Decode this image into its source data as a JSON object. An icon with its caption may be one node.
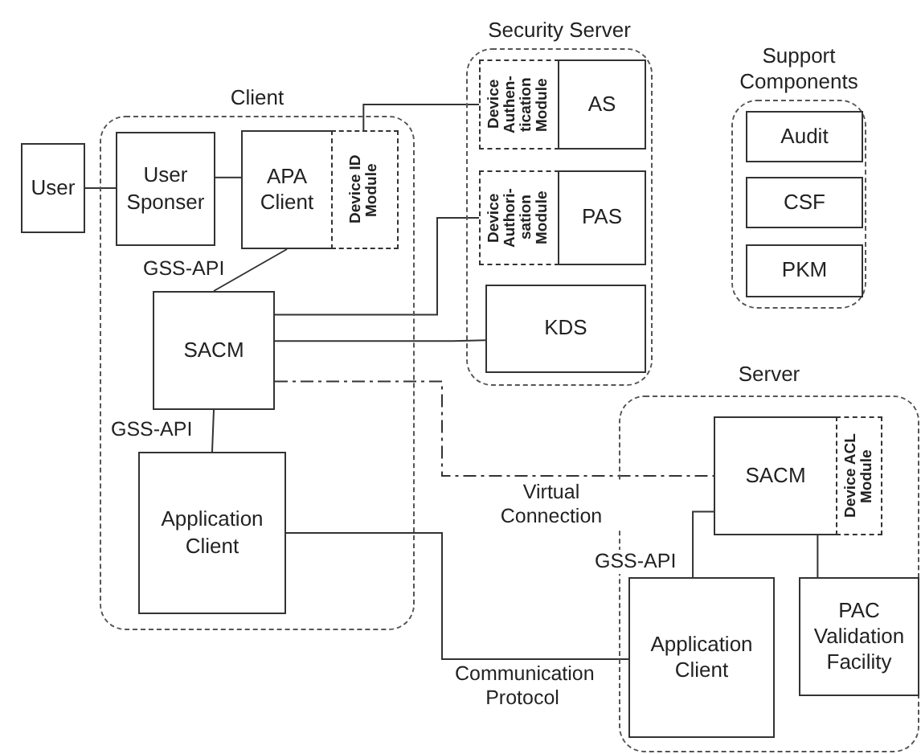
{
  "diagram": {
    "nodes": [
      {
        "text": [
          "Client"
        ]
      },
      {
        "text": [
          "User"
        ]
      },
      {
        "text": [
          "User Sponser"
        ],
        "in": 0
      },
      {
        "text": [
          "APA Client"
        ],
        "in": 0
      },
      {
        "text": [
          "Device ID Module"
        ],
        "in": 0
      },
      {
        "text": [
          "SACM"
        ],
        "in": 0
      },
      {
        "text": [
          "Application Client"
        ],
        "in": 0
      },
      {
        "text": [
          "Security Server"
        ]
      },
      {
        "text": [
          "Device Authen- tication Module"
        ],
        "in": 7
      },
      {
        "text": [
          "AS"
        ],
        "in": 7
      },
      {
        "text": [
          "Device Authori- sation Module"
        ],
        "in": 7
      },
      {
        "text": [
          "PAS"
        ],
        "in": 7
      },
      {
        "text": [
          "KDS"
        ],
        "in": 7
      },
      {
        "text": [
          "Support Components"
        ]
      },
      {
        "text": [
          "Audit"
        ],
        "in": 13
      },
      {
        "text": [
          "CSF"
        ],
        "in": 13
      },
      {
        "text": [
          "PKM"
        ],
        "in": 13
      },
      {
        "text": [
          "Server"
        ]
      },
      {
        "text": [
          "SACM"
        ],
        "in": 17
      },
      {
        "text": [
          "Device ACL Module"
        ],
        "in": 17
      },
      {
        "text": [
          "Application Client"
        ],
        "in": 17
      },
      {
        "text": [
          "PAC Validation Facility"
        ],
        "in": 17
      }
    ],
    "edges": [
      {
        "from": 1,
        "to": 2,
        "arrow": "none"
      },
      {
        "from": 2,
        "to": 3,
        "arrow": "none"
      },
      {
        "from": 3,
        "to": 5,
        "arrow": "none",
        "label": "GSS-API"
      },
      {
        "from": 5,
        "to": 6,
        "arrow": "none",
        "label": "GSS-API"
      },
      {
        "from": 4,
        "to": 8,
        "arrow": "none"
      },
      {
        "from": 5,
        "to": 10,
        "arrow": "none"
      },
      {
        "from": 5,
        "to": 12,
        "arrow": "none"
      },
      {
        "from": 5,
        "to": 18,
        "arrow": "none",
        "label": "Virtual Connection",
        "style": "dashed"
      },
      {
        "from": 6,
        "to": 20,
        "arrow": "none",
        "label": "Communication Protocol"
      },
      {
        "from": 18,
        "to": 20,
        "arrow": "none",
        "label": "GSS-API"
      },
      {
        "from": 18,
        "to": 21,
        "arrow": "none"
      }
    ]
  }
}
